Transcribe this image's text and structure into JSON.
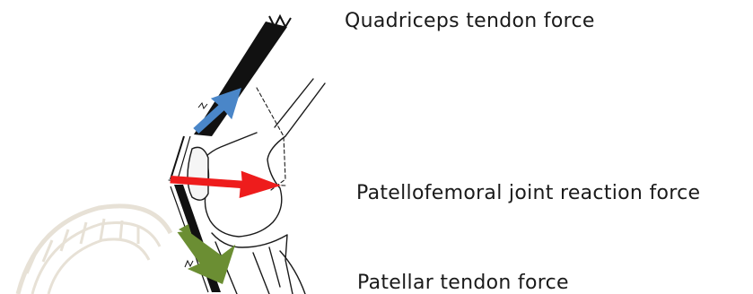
{
  "labels": {
    "quadriceps": "Quadriceps tendon force",
    "patellofemoral": "Patellofemoral joint reaction force",
    "patellar": "Patellar tendon force"
  },
  "arrows": {
    "quadriceps": {
      "name": "quadriceps-force-arrow",
      "color": "#4a86c8"
    },
    "patellofemoral": {
      "name": "patellofemoral-force-arrow",
      "color": "#ee1c1c"
    },
    "patellar": {
      "name": "patellar-force-arrow",
      "color": "#6b8e33"
    }
  },
  "colors": {
    "ink": "#1a1a1a",
    "watermark": "#e7e1d6"
  }
}
